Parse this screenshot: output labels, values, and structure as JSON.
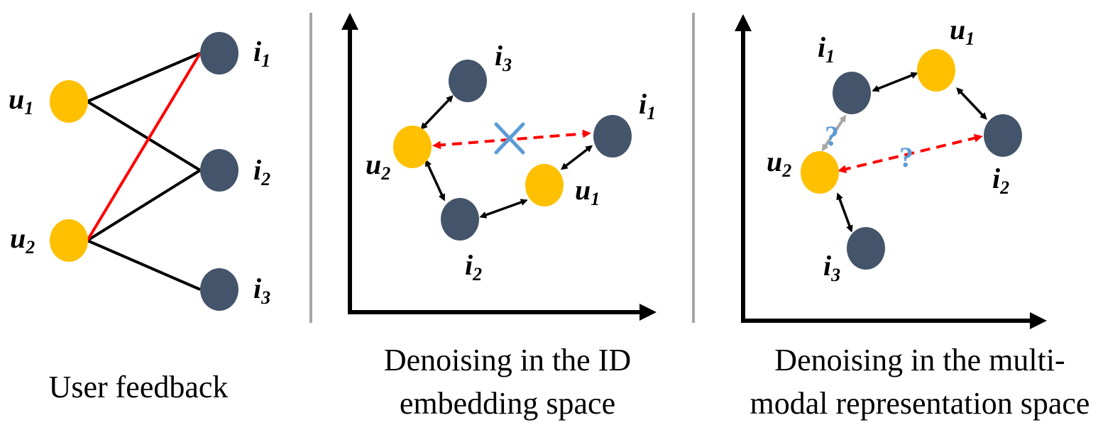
{
  "colors": {
    "user_node": "#ffc000",
    "item_node": "#44546a",
    "edge": "#000000",
    "noisy_edge": "#ff0000",
    "divider": "#a6a6a6",
    "cross": "#5b9bd5",
    "question_mark": "#5b9bd5",
    "grey_arrow": "#a6a6a6"
  },
  "panels": [
    {
      "caption_lines": [
        "User feedback"
      ],
      "nodes": {
        "u1": {
          "base": "u",
          "sub": "1"
        },
        "u2": {
          "base": "u",
          "sub": "2"
        },
        "i1": {
          "base": "i",
          "sub": "1"
        },
        "i2": {
          "base": "i",
          "sub": "2"
        },
        "i3": {
          "base": "i",
          "sub": "3"
        }
      }
    },
    {
      "caption_lines": [
        "Denoising in the ID",
        "embedding space"
      ],
      "cross_icon": "x-mark-icon",
      "nodes": {
        "u1": {
          "base": "u",
          "sub": "1"
        },
        "u2": {
          "base": "u",
          "sub": "2"
        },
        "i1": {
          "base": "i",
          "sub": "1"
        },
        "i2": {
          "base": "i",
          "sub": "2"
        },
        "i3": {
          "base": "i",
          "sub": "3"
        }
      }
    },
    {
      "caption_lines": [
        "Denoising in the multi-",
        "modal representation space"
      ],
      "question_marks": [
        "?",
        "?"
      ],
      "nodes": {
        "u1": {
          "base": "u",
          "sub": "1"
        },
        "u2": {
          "base": "u",
          "sub": "2"
        },
        "i1": {
          "base": "i",
          "sub": "1"
        },
        "i2": {
          "base": "i",
          "sub": "2"
        },
        "i3": {
          "base": "i",
          "sub": "3"
        }
      }
    }
  ]
}
